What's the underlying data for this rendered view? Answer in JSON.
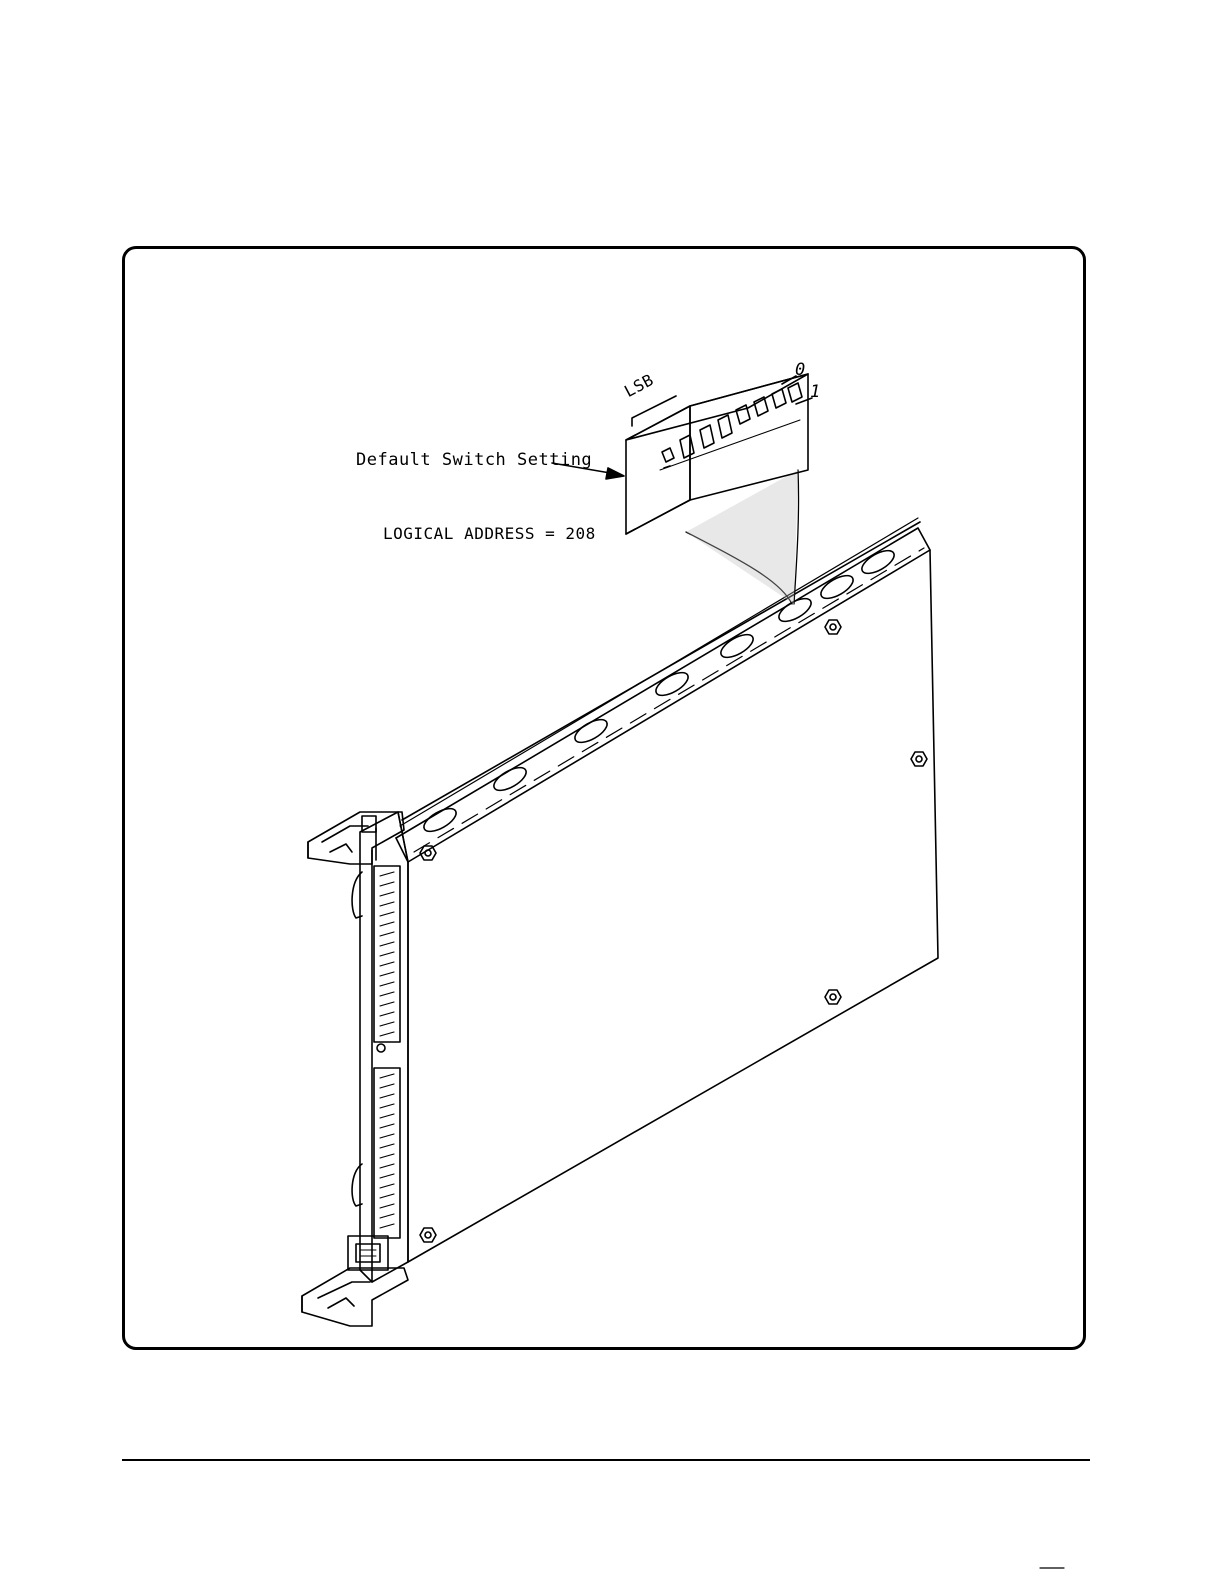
{
  "figure": {
    "callout_label": "Default Switch Setting",
    "address_label": "LOGICAL ADDRESS = 208",
    "lsb_label": "LSB",
    "switch_off_label": "0",
    "switch_on_label": "1"
  }
}
